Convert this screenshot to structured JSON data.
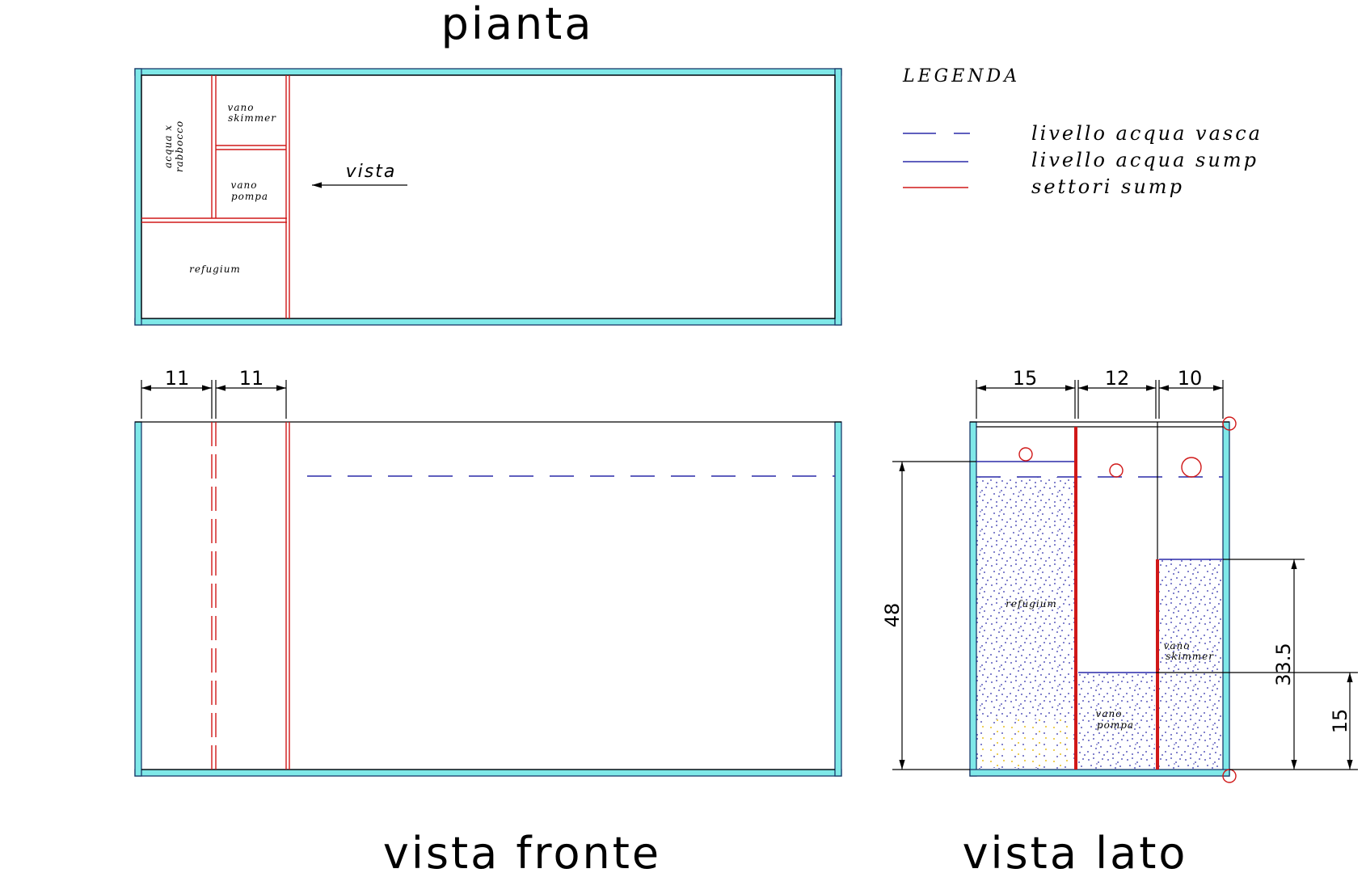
{
  "titles": {
    "plan": "pianta",
    "front": "vista fronte",
    "side": "vista lato"
  },
  "plan": {
    "labels": {
      "topup_line1": "acqua x",
      "topup_line2": "rabbocco",
      "skimmer_line1": "vano",
      "skimmer_line2": "skimmer",
      "pump_line1": "vano",
      "pump_line2": "pompa",
      "refugium": "refugium"
    },
    "view_arrow_label": "vista"
  },
  "legend": {
    "title": "LEGENDA",
    "items": [
      {
        "text": "livello acqua vasca",
        "color": "#2a2aa8",
        "style": "dashed"
      },
      {
        "text": "livello acqua sump",
        "color": "#2a2aa8",
        "style": "solid"
      },
      {
        "text": "settori sump",
        "color": "#d01818",
        "style": "solid"
      }
    ]
  },
  "front_view": {
    "dimensions": [
      "11",
      "11"
    ]
  },
  "side_view": {
    "dimensions_top": [
      "15",
      "12",
      "10"
    ],
    "dimension_height": "48",
    "dimension_skimmer_height": "33.5",
    "dimension_pump_height": "15",
    "labels": {
      "refugium": "refugium",
      "pump_line1": "vano",
      "pump_line2": "pompa",
      "skimmer_line1": "vano",
      "skimmer_line2": "skimmer"
    }
  },
  "colors": {
    "glass": "#7fe8e8",
    "sectors": "#d01818",
    "water": "#2a2aa8",
    "sand": "#e8c020"
  }
}
